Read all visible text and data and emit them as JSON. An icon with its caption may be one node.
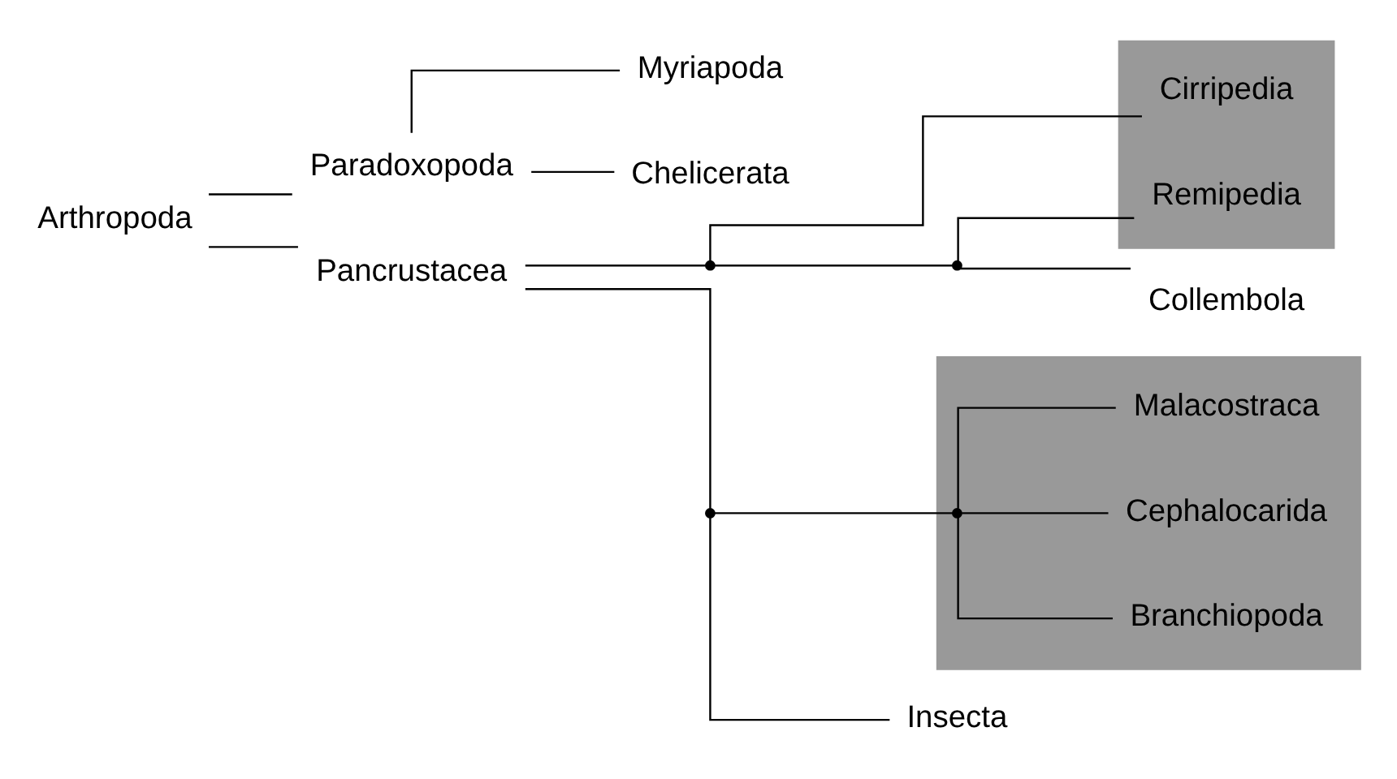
{
  "diagram": {
    "nodes": [
      {
        "text": [
          "Arthropoda"
        ]
      },
      {
        "text": [
          "Paradoxopoda"
        ]
      },
      {
        "text": [
          "Myriapoda"
        ]
      },
      {
        "text": [
          "Chelicerata"
        ]
      },
      {
        "text": [
          "Pancrustacea"
        ]
      },
      {
        "text": [],
        "shape": "point"
      },
      {
        "text": [],
        "shape": "box"
      },
      {
        "text": [
          "Cirripedia"
        ],
        "in": 6
      },
      {
        "text": [],
        "shape": "point"
      },
      {
        "text": [
          "Remipedia"
        ],
        "in": 6
      },
      {
        "text": [
          "Collembola"
        ]
      },
      {
        "text": [],
        "shape": "point"
      },
      {
        "text": [],
        "shape": "box"
      },
      {
        "text": [],
        "shape": "point",
        "in": 12
      },
      {
        "text": [
          "Branchiopoda"
        ],
        "in": 12
      },
      {
        "text": [
          "Cephalocarida"
        ],
        "in": 12
      },
      {
        "text": [
          "Malacostraca"
        ],
        "in": 12
      },
      {
        "text": [
          "Insecta"
        ]
      }
    ],
    "edges": [
      {
        "from": 0,
        "to": 1,
        "arrow": "none"
      },
      {
        "from": 0,
        "to": 4,
        "arrow": "none"
      },
      {
        "from": 1,
        "to": 2,
        "arrow": "none"
      },
      {
        "from": 1,
        "to": 3,
        "arrow": "none"
      },
      {
        "from": 4,
        "to": 5,
        "arrow": "none"
      },
      {
        "from": 4,
        "to": 11,
        "arrow": "none"
      },
      {
        "from": 5,
        "to": 7,
        "arrow": "none"
      },
      {
        "from": 5,
        "to": 8,
        "arrow": "none"
      },
      {
        "from": 8,
        "to": 9,
        "arrow": "none"
      },
      {
        "from": 8,
        "to": 10,
        "arrow": "none"
      },
      {
        "from": 11,
        "to": 13,
        "arrow": "none"
      },
      {
        "from": 11,
        "to": 17,
        "arrow": "none"
      },
      {
        "from": 13,
        "to": 14,
        "arrow": "none"
      },
      {
        "from": 13,
        "to": 15,
        "arrow": "none"
      },
      {
        "from": 13,
        "to": 16,
        "arrow": "none"
      }
    ]
  }
}
